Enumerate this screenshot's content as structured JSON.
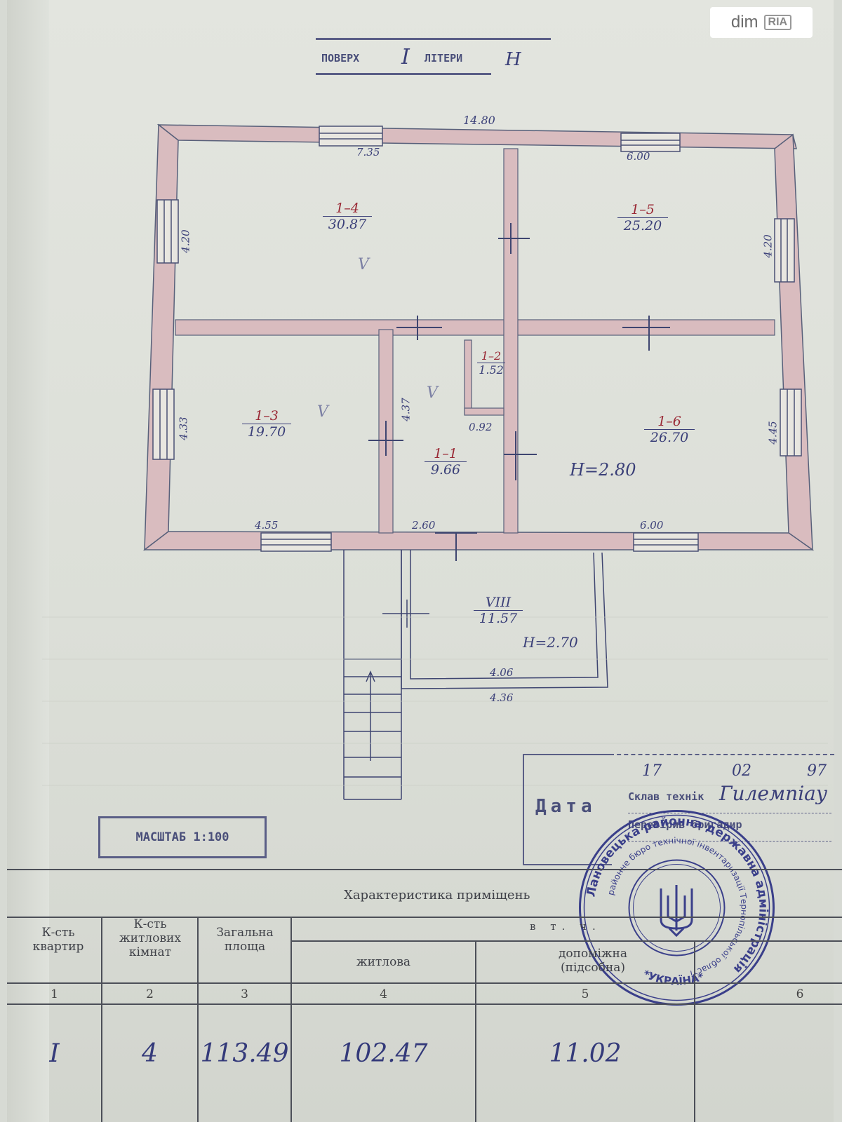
{
  "watermark": {
    "brand": "dim",
    "badge": "RIA"
  },
  "header_stamp": {
    "floor_prefix": "ПОВЕРХ",
    "floor_value": "I",
    "letter_prefix": "ЛІТЕРИ",
    "letter_value": "Н"
  },
  "plan": {
    "overall_width": "14.80",
    "rooms": [
      {
        "id": "1–4",
        "area": "30.87"
      },
      {
        "id": "1–5",
        "area": "25.20"
      },
      {
        "id": "1–3",
        "area": "19.70"
      },
      {
        "id": "1–2",
        "area": "1.52"
      },
      {
        "id": "1–1",
        "area": "9.66"
      },
      {
        "id": "1–6",
        "area": "26.70"
      },
      {
        "id": "VIII",
        "area": "11.57"
      }
    ],
    "dims": {
      "top_left": "7.35",
      "top_right": "6.00",
      "left_upper": "4.20",
      "right_upper": "4.20",
      "left_lower": "4.33",
      "right_lower": "4.45",
      "mid_vertical": "4.37",
      "closet": "0.92",
      "bottom_left": "4.55",
      "bottom_mid": "2.60",
      "bottom_right": "6.00",
      "porch_inner": "4.06",
      "porch_outer": "4.36"
    },
    "heights": {
      "main": "H=2.80",
      "porch": "H=2.70"
    },
    "marks": {
      "v": "V"
    }
  },
  "scale_stamp": {
    "text": "МАСШТАБ 1:100"
  },
  "date_stamp": {
    "label": "Дата",
    "day": "17",
    "month": "02",
    "year": "97",
    "compiled_label": "Склав технік",
    "compiled_sign": "Гилемпіау",
    "checked_label": "Перевірив бригадир"
  },
  "seal": {
    "outer_text": "Лановецька районна державна адміністрація",
    "inner_text": "районне бюро технічної інвентаризації Тернопільської області",
    "bottom_text": "*УКРАЇНА*"
  },
  "table": {
    "title": "Характеристика приміщень",
    "sub_header": "в т. ч.",
    "headers": [
      "К-сть квартир",
      "К-сть житлових кімнат",
      "Загальна площа",
      "житлова",
      "допоміжна (підсобна)",
      ""
    ],
    "numbers": [
      "1",
      "2",
      "3",
      "4",
      "5",
      "6"
    ],
    "values": [
      "I",
      "4",
      "113.49",
      "102.47",
      "11.02",
      ""
    ]
  }
}
